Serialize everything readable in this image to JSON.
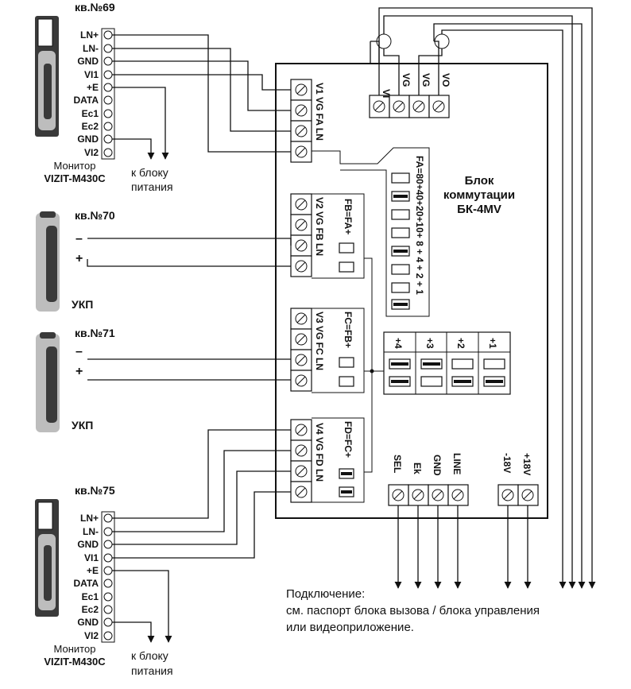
{
  "apartments": {
    "a69": "кв.№69",
    "a70": "кв.№70",
    "a71": "кв.№71",
    "a75": "кв.№75"
  },
  "monitor_terminals": [
    "LN+",
    "LN-",
    "GND",
    "VI1",
    "+E",
    "DATA",
    "Ec1",
    "Ec2",
    "GND",
    "VI2"
  ],
  "monitor_caption": [
    "Монитор",
    "VIZIT-M430C"
  ],
  "power_note": [
    "к блоку",
    "питания"
  ],
  "handset_label": "УКП",
  "polarity": {
    "minus": "–",
    "plus": "+"
  },
  "unit_title": [
    "Блок",
    "коммутации",
    "БК-4MV"
  ],
  "inputs": [
    {
      "label": "V1 VG FA LN"
    },
    {
      "label": "V2 VG FB LN"
    },
    {
      "label": "V3 VG FC LN"
    },
    {
      "label": "V4 VG FD LN"
    }
  ],
  "top_terminals": [
    "VI",
    "VG",
    "VG",
    "VO"
  ],
  "fa_scale": "FA=80+40+20+10+ 8 + 4 + 2 + 1",
  "fb_label": "FB=FA+",
  "fc_label": "FC=FB+",
  "fd_label": "FD=FC+",
  "increment_labels": [
    "+4",
    "+3",
    "+2",
    "+1"
  ],
  "bottom_terminals": [
    "SEL",
    "Ek",
    "GND",
    "LINE"
  ],
  "power_terminals": [
    "-18V",
    "+18V"
  ],
  "connection_note": [
    "Подключение:",
    "см. паспорт блока вызова / блока управления",
    "или видеоприложение."
  ]
}
